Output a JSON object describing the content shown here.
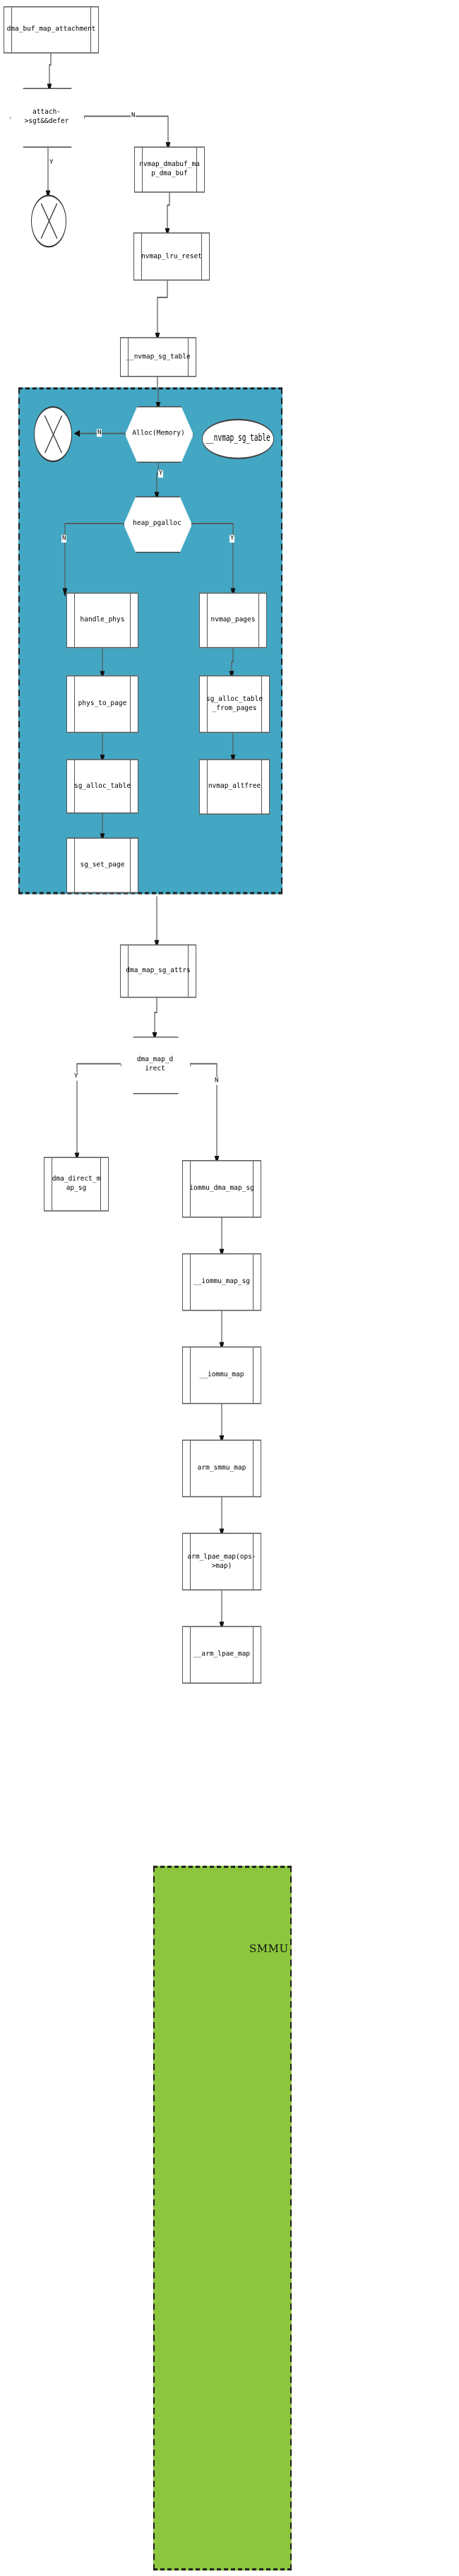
{
  "diagram": {
    "title": "dma_buf_map_attachment call flow",
    "colors": {
      "blue_group": "#43a7c4",
      "green_group": "#8cc63e",
      "node_fill": "#ffffff",
      "stroke": "#555555"
    }
  },
  "groups": [
    {
      "id": "alloc-group",
      "label": "",
      "color": "#43a7c4"
    },
    {
      "id": "smmu-group",
      "label": "SMMU",
      "color": "#8cc63e"
    }
  ],
  "nodes": [
    {
      "id": "dma_buf_map_attachment",
      "label": "dma_buf_map_attachment",
      "shape": "subroutine"
    },
    {
      "id": "attach_sgt_defer",
      "label": "attach-\n>sgt&&defer",
      "shape": "decision"
    },
    {
      "id": "end1",
      "label": "",
      "shape": "terminator-x"
    },
    {
      "id": "nvmap_dmabuf_map_dma_buf",
      "label": "nvmap_dmabuf_ma\np_dma_buf",
      "shape": "subroutine"
    },
    {
      "id": "nvmap_lru_reset",
      "label": "nvmap_lru_reset",
      "shape": "subroutine"
    },
    {
      "id": "nvmap_sg_table",
      "label": "__nvmap_sg_table",
      "shape": "subroutine"
    },
    {
      "id": "alloc_memory",
      "label": "Alloc(Memory)",
      "shape": "decision"
    },
    {
      "id": "end2",
      "label": "",
      "shape": "terminator-x"
    },
    {
      "id": "nvmap_sg_table_ellipse",
      "label": "__nvmap_sg_table",
      "shape": "ellipse"
    },
    {
      "id": "heap_pgalloc",
      "label": "heap_pgalloc",
      "shape": "decision"
    },
    {
      "id": "handle_phys",
      "label": "handle_phys",
      "shape": "subroutine"
    },
    {
      "id": "phys_to_page",
      "label": "phys_to_page",
      "shape": "subroutine"
    },
    {
      "id": "sg_alloc_table",
      "label": "sg_alloc_table",
      "shape": "subroutine"
    },
    {
      "id": "sg_set_page",
      "label": "sg_set_page",
      "shape": "subroutine"
    },
    {
      "id": "nvmap_pages",
      "label": "nvmap_pages",
      "shape": "subroutine"
    },
    {
      "id": "sg_alloc_table_from_pages",
      "label": "sg_alloc_table\n_from_pages",
      "shape": "subroutine"
    },
    {
      "id": "nvmap_altfree",
      "label": "nvmap_altfree",
      "shape": "subroutine"
    },
    {
      "id": "dma_map_sg_attrs",
      "label": "dma_map_sg_attrs",
      "shape": "subroutine"
    },
    {
      "id": "dma_map_direct",
      "label": "dma_map_d\nirect",
      "shape": "decision"
    },
    {
      "id": "dma_direct_map_sg",
      "label": "dma_direct_m\nap_sg",
      "shape": "subroutine"
    },
    {
      "id": "iommu_dma_map_sg",
      "label": "iommu_dma_map_sg",
      "shape": "subroutine"
    },
    {
      "id": "__iommu_map_sg",
      "label": "__iommu_map_sg",
      "shape": "subroutine"
    },
    {
      "id": "__iommu_map",
      "label": "__iommu_map",
      "shape": "subroutine"
    },
    {
      "id": "arm_smmu_map",
      "label": "arm_smmu_map",
      "shape": "subroutine"
    },
    {
      "id": "arm_lpae_map_ops",
      "label": "arm_lpae_map(ops-\n>map)",
      "shape": "subroutine"
    },
    {
      "id": "__arm_lpae_map",
      "label": "__arm_lpae_map",
      "shape": "subroutine"
    }
  ],
  "edge_labels": [
    {
      "id": "attach-no",
      "text": "N"
    },
    {
      "id": "attach-yes",
      "text": "Y"
    },
    {
      "id": "alloc-no",
      "text": "N"
    },
    {
      "id": "alloc-yes",
      "text": "Y"
    },
    {
      "id": "pgalloc-no",
      "text": "N"
    },
    {
      "id": "pgalloc-yes",
      "text": "Y"
    },
    {
      "id": "direct-yes",
      "text": "Y"
    },
    {
      "id": "direct-no",
      "text": "N"
    }
  ]
}
